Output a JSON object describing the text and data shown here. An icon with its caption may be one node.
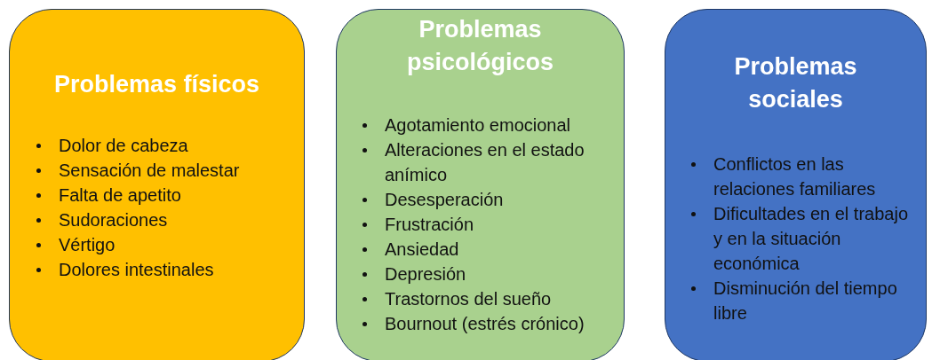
{
  "diagram": {
    "nodes": [
      {
        "text": [
          "Problemas físicos",
          "Dolor de cabeza",
          "Sensación de malestar",
          "Falta de apetito",
          "Sudoraciones",
          "Vértigo",
          "Dolores intestinales"
        ]
      },
      {
        "text": [
          "Problemas psicológicos",
          "Agotamiento emocional",
          "Alteraciones en el estado anímico",
          "Desesperación",
          "Frustración",
          "Ansiedad",
          "Depresión",
          "Trastornos del sueño",
          "Bournout (estrés crónico)"
        ]
      },
      {
        "text": [
          "Problemas sociales",
          "Conflictos en las relaciones familiares",
          "Dificultades en el trabajo y en la situación económica",
          "Disminución del tiempo libre"
        ]
      }
    ]
  }
}
